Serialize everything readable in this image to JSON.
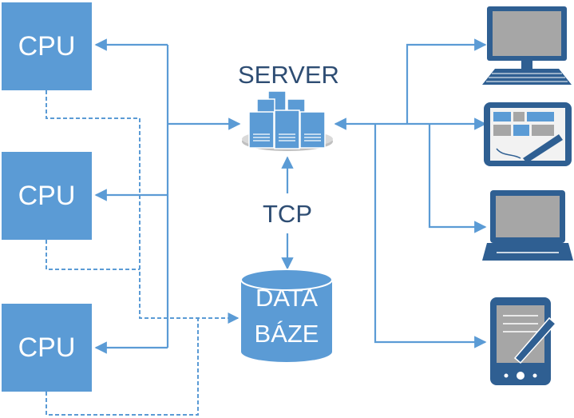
{
  "cpus": [
    "CPU",
    "CPU",
    "CPU"
  ],
  "server_label": "SERVER",
  "protocol_label": "TCP",
  "database_label": [
    "DATA",
    "BÁZE"
  ],
  "colors": {
    "box": "#5b9bd5",
    "line": "#5b9bd5",
    "text": "#2e4d73",
    "device_dark": "#2f5f92",
    "device_screen": "#a6a6a6"
  },
  "icons": [
    "server-icon",
    "database-icon",
    "monitor-icon",
    "tablet-icon",
    "laptop-icon",
    "pda-icon"
  ]
}
